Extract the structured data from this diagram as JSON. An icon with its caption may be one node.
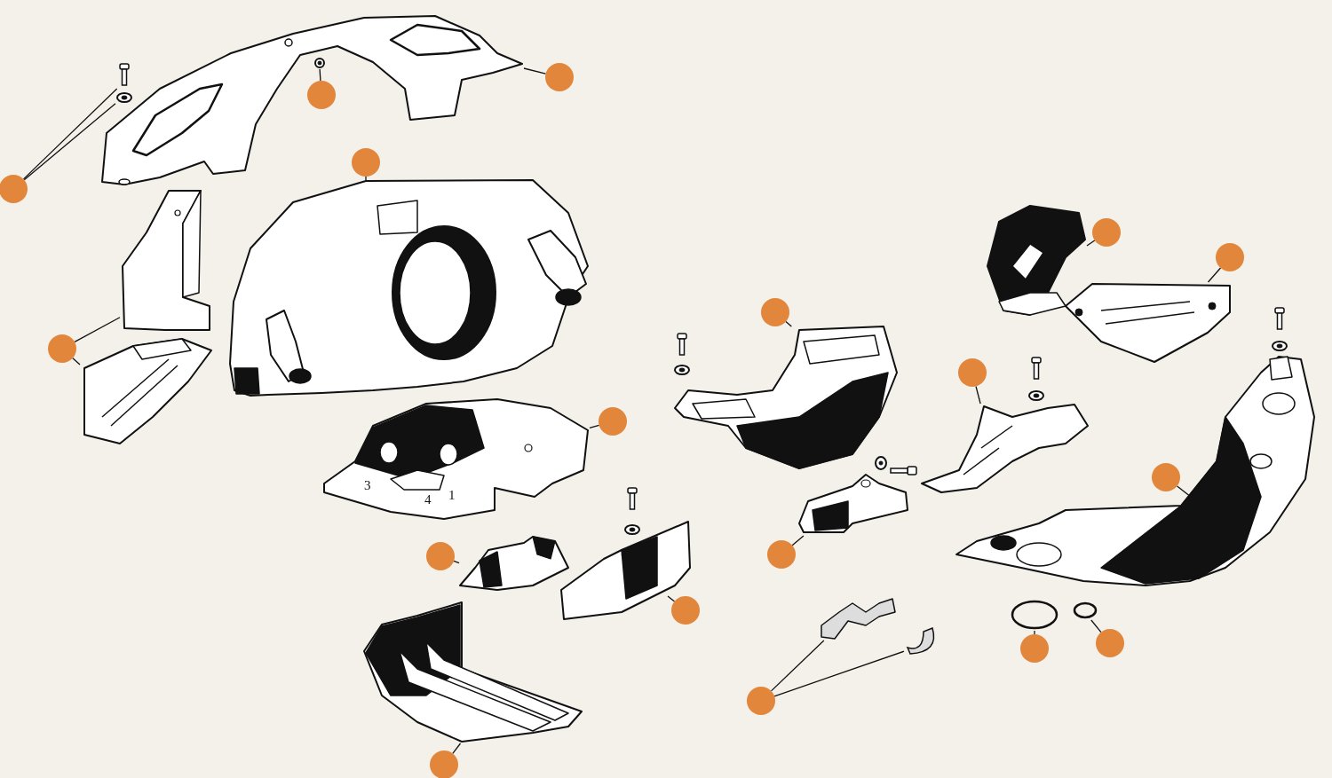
{
  "diagram": {
    "nodes": [
      {
        "text": [],
        "shape": "circle"
      },
      {
        "text": [],
        "shape": "circle"
      },
      {
        "text": [],
        "shape": "circle"
      },
      {
        "text": [],
        "shape": "circle"
      },
      {
        "text": [],
        "shape": "circle"
      },
      {
        "text": [],
        "shape": "circle"
      },
      {
        "text": [],
        "shape": "circle"
      },
      {
        "text": [],
        "shape": "circle"
      },
      {
        "text": [],
        "shape": "circle"
      },
      {
        "text": [],
        "shape": "circle"
      },
      {
        "text": [],
        "shape": "circle"
      },
      {
        "text": [],
        "shape": "circle"
      },
      {
        "text": [],
        "shape": "circle"
      },
      {
        "text": [],
        "shape": "circle"
      },
      {
        "text": [],
        "shape": "circle"
      },
      {
        "text": [],
        "shape": "circle"
      },
      {
        "text": [],
        "shape": "circle"
      },
      {
        "text": [],
        "shape": "circle"
      },
      {
        "text": [],
        "shape": "picture"
      },
      {
        "text": [],
        "shape": "picture"
      },
      {
        "text": [],
        "shape": "picture"
      },
      {
        "text": [],
        "shape": "picture"
      },
      {
        "text": [],
        "shape": "picture"
      },
      {
        "text": [],
        "shape": "picture"
      },
      {
        "text": [],
        "shape": "picture"
      },
      {
        "text": [],
        "shape": "picture"
      },
      {
        "text": [],
        "shape": "picture"
      },
      {
        "text": [],
        "shape": "picture"
      },
      {
        "text": [],
        "shape": "picture"
      },
      {
        "text": [],
        "shape": "picture"
      },
      {
        "text": [],
        "shape": "picture"
      },
      {
        "text": [],
        "shape": "picture"
      },
      {
        "text": [],
        "shape": "picture"
      },
      {
        "text": [],
        "shape": "picture"
      },
      {
        "text": [],
        "shape": "picture"
      },
      {
        "text": [],
        "shape": "picture"
      },
      {
        "text": [],
        "shape": "picture"
      },
      {
        "text": [],
        "shape": "circle"
      },
      {
        "text": [],
        "shape": "circle"
      }
    ],
    "edges": [
      {
        "from": 0,
        "to": 18,
        "arrow": "none"
      },
      {
        "from": 0,
        "to": 19,
        "arrow": "none"
      },
      {
        "from": 1,
        "to": 20,
        "arrow": "none"
      },
      {
        "from": 2,
        "to": 21,
        "arrow": "none"
      },
      {
        "from": 3,
        "to": 22,
        "arrow": "none"
      },
      {
        "from": 4,
        "to": 23,
        "arrow": "none"
      },
      {
        "from": 4,
        "to": 24,
        "arrow": "none"
      },
      {
        "from": 5,
        "to": 25,
        "arrow": "none"
      },
      {
        "from": 6,
        "to": 26,
        "arrow": "none"
      },
      {
        "from": 7,
        "to": 27,
        "arrow": "none"
      },
      {
        "from": 8,
        "to": 28,
        "arrow": "none"
      },
      {
        "from": 9,
        "to": 29,
        "arrow": "none"
      },
      {
        "from": 10,
        "to": 30,
        "arrow": "none"
      },
      {
        "from": 11,
        "to": 31,
        "arrow": "none"
      },
      {
        "from": 12,
        "to": 32,
        "arrow": "none"
      },
      {
        "from": 13,
        "to": 33,
        "arrow": "none"
      },
      {
        "from": 14,
        "to": 34,
        "arrow": "none"
      },
      {
        "from": 15,
        "to": 35,
        "arrow": "none"
      },
      {
        "from": 15,
        "to": 36,
        "arrow": "none"
      },
      {
        "from": 16,
        "to": 37,
        "arrow": "none"
      },
      {
        "from": 17,
        "to": 38,
        "arrow": "none"
      }
    ],
    "labels": [
      "3",
      "4",
      "1"
    ]
  }
}
